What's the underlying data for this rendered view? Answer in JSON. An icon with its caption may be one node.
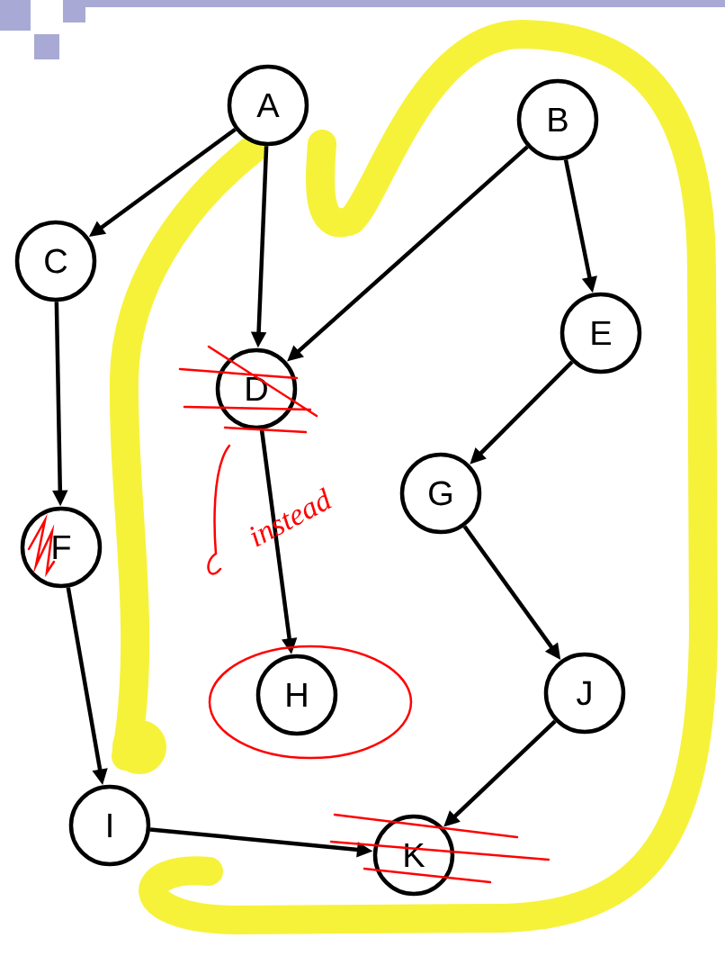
{
  "diagram": {
    "nodes": [
      {
        "text": [
          "A"
        ]
      },
      {
        "text": [
          "B"
        ]
      },
      {
        "text": [
          "C"
        ]
      },
      {
        "text": [
          "D"
        ]
      },
      {
        "text": [
          "E"
        ]
      },
      {
        "text": [
          "F"
        ]
      },
      {
        "text": [
          "G"
        ]
      },
      {
        "text": [
          "H"
        ]
      },
      {
        "text": [
          "I"
        ]
      },
      {
        "text": [
          "J"
        ]
      },
      {
        "text": [
          "K"
        ]
      }
    ],
    "edges": [
      {
        "from": 0,
        "to": 2,
        "arrow": "to"
      },
      {
        "from": 0,
        "to": 3,
        "arrow": "to"
      },
      {
        "from": 1,
        "to": 3,
        "arrow": "to"
      },
      {
        "from": 1,
        "to": 4,
        "arrow": "to"
      },
      {
        "from": 2,
        "to": 5,
        "arrow": "to"
      },
      {
        "from": 3,
        "to": 7,
        "arrow": "to"
      },
      {
        "from": 4,
        "to": 6,
        "arrow": "to"
      },
      {
        "from": 5,
        "to": 8,
        "arrow": "to"
      },
      {
        "from": 6,
        "to": 9,
        "arrow": "to"
      },
      {
        "from": 9,
        "to": 10,
        "arrow": "to"
      },
      {
        "from": 8,
        "to": 10,
        "arrow": "to"
      }
    ],
    "labels": [
      "instead"
    ]
  }
}
